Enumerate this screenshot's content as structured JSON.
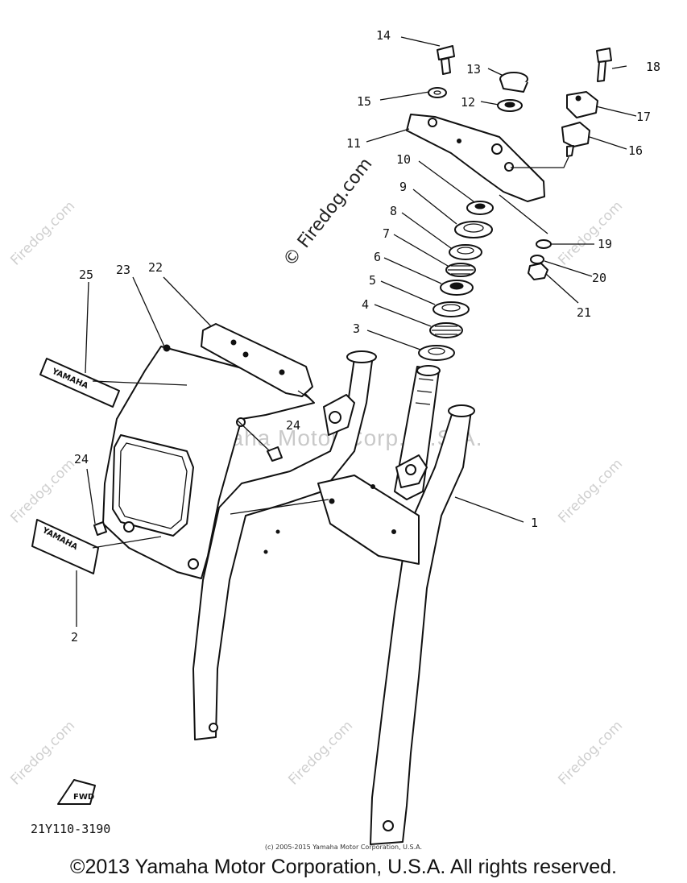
{
  "callouts": [
    "1",
    "2",
    "3",
    "4",
    "5",
    "6",
    "7",
    "8",
    "9",
    "10",
    "11",
    "12",
    "13",
    "14",
    "15",
    "16",
    "17",
    "18",
    "19",
    "20",
    "21",
    "22",
    "23",
    "24",
    "24",
    "25"
  ],
  "diagram_code": "21Y110-3190",
  "fwd_label": "FWD",
  "emblem_text": "YAMAHA",
  "watermark_center": "Yamaha Motor Corp. U.S.A.",
  "watermark_site": "Firedog.com",
  "watermark_site_large": "© Firedog.com",
  "copyright_small": "(c) 2005-2015 Yamaha Motor Corporation, U.S.A.",
  "copyright": "©2013 Yamaha Motor Corporation, U.S.A. All rights reserved."
}
